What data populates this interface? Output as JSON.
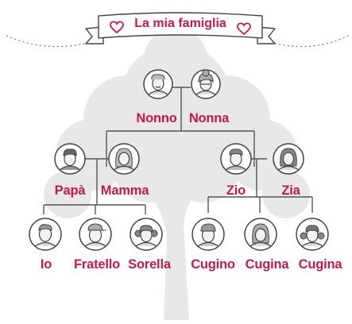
{
  "title": "La mia famiglia",
  "colors": {
    "accent": "#c8174f",
    "tree": "#e6e6e6",
    "line": "#555555"
  },
  "people": {
    "nonno": "Nonno",
    "nonna": "Nonna",
    "papa": "Papà",
    "mamma": "Mamma",
    "zio": "Zio",
    "zia": "Zia",
    "io": "Io",
    "fratello": "Fratello",
    "sorella": "Sorella",
    "cugino": "Cugino",
    "cugina1": "Cugina",
    "cugina2": "Cugina"
  }
}
